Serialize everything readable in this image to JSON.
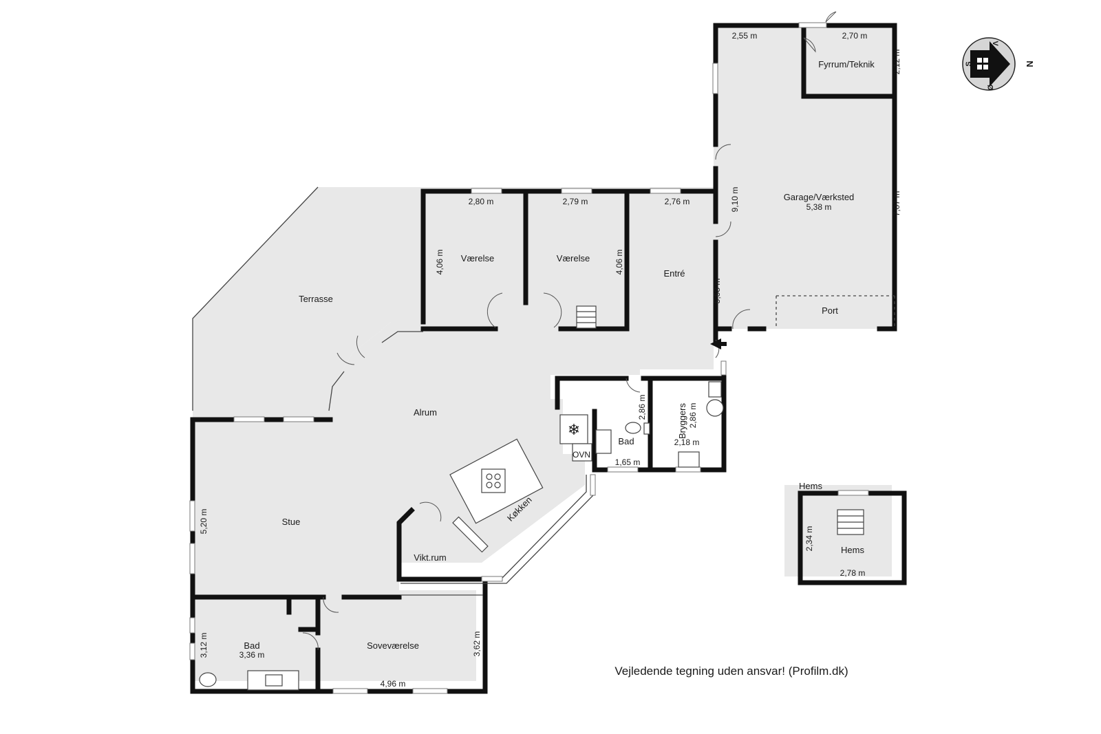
{
  "disclaimer": "Vejledende tegning uden ansvar! (Profilm.dk)",
  "compass": {
    "north": "N",
    "south": "S",
    "east": "Ø",
    "west": "V"
  },
  "rooms": {
    "terrasse": "Terrasse",
    "vaerelse_1": "Værelse",
    "vaerelse_2": "Værelse",
    "entre": "Entré",
    "garage": "Garage/Værksted",
    "fyrrum": "Fyrrum/Teknik",
    "port": "Port",
    "alrum": "Alrum",
    "stue": "Stue",
    "koekken": "Køkken",
    "bad_1": "Bad",
    "bryggers": "Bryggers",
    "vikt": "Vikt.rum",
    "bad_2": "Bad",
    "sovevaerelse": "Soveværelse",
    "hems_label": "Hems",
    "hems": "Hems",
    "ovn": "OVN"
  },
  "dims": {
    "vaerelse_1_w": "2,80 m",
    "vaerelse_1_h": "4,06 m",
    "vaerelse_2_w": "2,79 m",
    "vaerelse_2_h": "4,06 m",
    "entre_w": "2,76 m",
    "entre_h": "5,58 m",
    "garage_top": "2,55 m",
    "fyrrum_w": "2,70 m",
    "fyrrum_h": "2,12 m",
    "garage_h1": "9,10 m",
    "garage_w": "5,38 m",
    "garage_h2": "7,07 m",
    "bad_1_h": "2,86 m",
    "bad_1_w": "1,65 m",
    "bryggers_h": "2,86 m",
    "bryggers_w": "2,18 m",
    "stue_h": "5,20 m",
    "bad_2_h": "3,12 m",
    "bad_2_w": "3,36 m",
    "sove_h": "3,62 m",
    "sove_w": "4,96 m",
    "hems_h": "2,34 m",
    "hems_w": "2,78 m"
  }
}
